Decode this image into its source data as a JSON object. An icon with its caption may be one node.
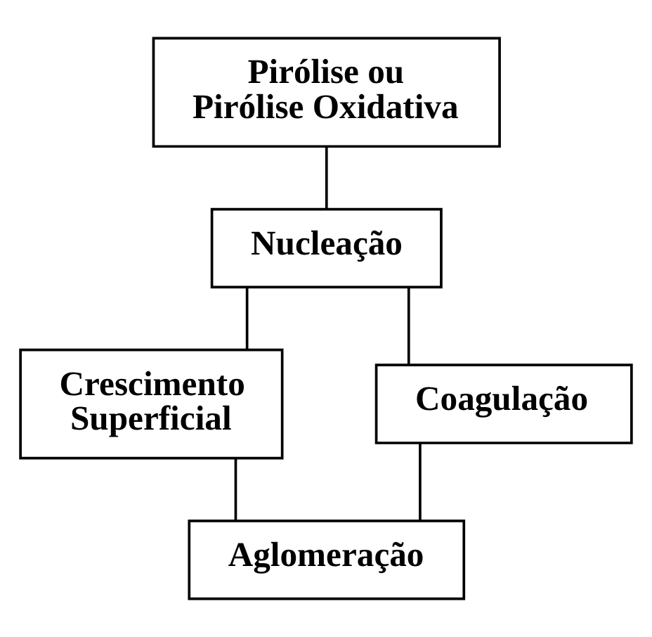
{
  "diagram": {
    "nodes": [
      {
        "text": [
          "Pirólise ou Pirólise Oxidativa"
        ]
      },
      {
        "text": [
          "Nucleação"
        ]
      },
      {
        "text": [
          "Crescimento Superficial"
        ]
      },
      {
        "text": [
          "Coagulação"
        ]
      },
      {
        "text": [
          "Aglomeração"
        ]
      }
    ],
    "edges": [
      {
        "from": 0,
        "to": 1,
        "arrow": "none"
      },
      {
        "from": 1,
        "to": 2,
        "arrow": "none"
      },
      {
        "from": 1,
        "to": 3,
        "arrow": "none"
      },
      {
        "from": 2,
        "to": 4,
        "arrow": "none"
      },
      {
        "from": 3,
        "to": 4,
        "arrow": "none"
      }
    ]
  }
}
